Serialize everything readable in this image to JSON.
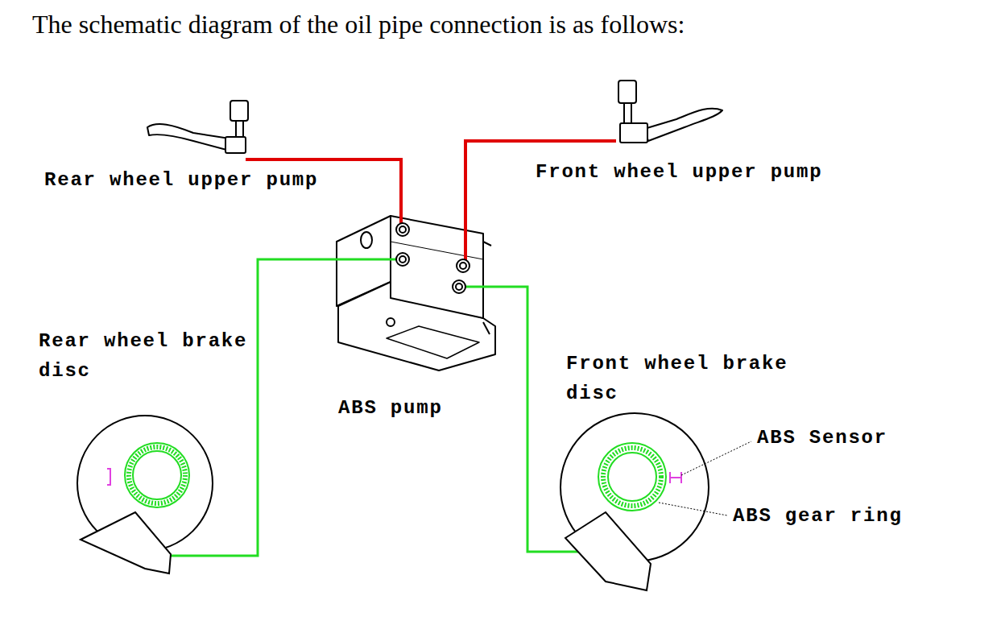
{
  "diagram": {
    "title": "The schematic diagram of the oil pipe connection is as follows:",
    "nodes": [
      {
        "text": [
          "Rear wheel upper pump"
        ]
      },
      {
        "text": [
          "Front wheel upper pump"
        ]
      },
      {
        "text": [
          "ABS pump"
        ]
      },
      {
        "text": [
          "Rear wheel brake disc"
        ]
      },
      {
        "text": [
          "Front wheel brake disc"
        ]
      }
    ],
    "edges": [
      {
        "from": 0,
        "to": 2,
        "arrow": "none"
      },
      {
        "from": 1,
        "to": 2,
        "arrow": "none"
      },
      {
        "from": 2,
        "to": 3,
        "arrow": "none"
      },
      {
        "from": 2,
        "to": 4,
        "arrow": "none"
      }
    ],
    "labels": [
      "ABS Sensor",
      "ABS gear ring"
    ]
  }
}
